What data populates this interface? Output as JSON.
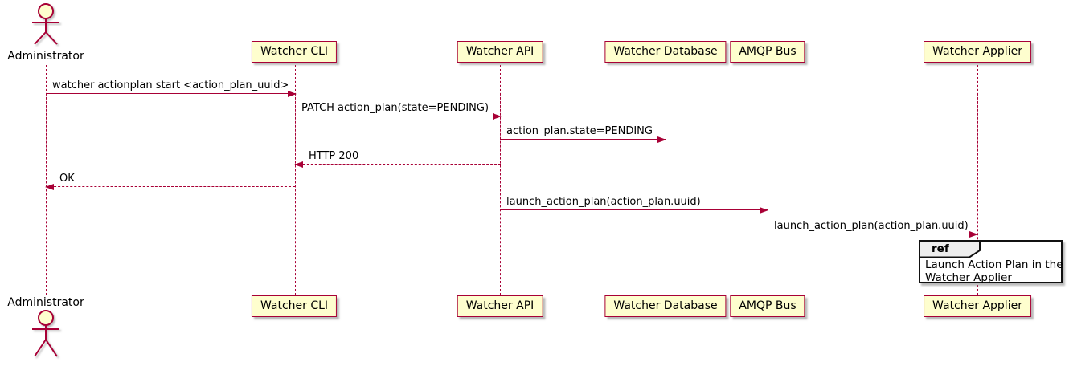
{
  "colors": {
    "accent": "#A80036",
    "participant_fill": "#FEFECE",
    "ref_header_fill": "#EEEEEE",
    "ref_border": "#111111",
    "background": "#FFFFFF",
    "text": "#000000"
  },
  "participants": [
    {
      "name": "Administrator",
      "type": "actor"
    },
    {
      "name": "Watcher CLI",
      "type": "participant"
    },
    {
      "name": "Watcher API",
      "type": "participant"
    },
    {
      "name": "Watcher Database",
      "type": "participant"
    },
    {
      "name": "AMQP Bus",
      "type": "participant"
    },
    {
      "name": "Watcher Applier",
      "type": "participant"
    }
  ],
  "messages": [
    {
      "from": "Administrator",
      "to": "Watcher CLI",
      "label": "watcher actionplan start <action_plan_uuid>",
      "line": "solid",
      "direction": "right"
    },
    {
      "from": "Watcher CLI",
      "to": "Watcher API",
      "label": "PATCH action_plan(state=PENDING)",
      "line": "solid",
      "direction": "right"
    },
    {
      "from": "Watcher API",
      "to": "Watcher Database",
      "label": "action_plan.state=PENDING",
      "line": "solid",
      "direction": "right"
    },
    {
      "from": "Watcher API",
      "to": "Watcher CLI",
      "label": "HTTP 200",
      "line": "dashed",
      "direction": "left"
    },
    {
      "from": "Watcher CLI",
      "to": "Administrator",
      "label": "OK",
      "line": "dashed",
      "direction": "left"
    },
    {
      "from": "Watcher API",
      "to": "AMQP Bus",
      "label": "launch_action_plan(action_plan.uuid)",
      "line": "solid",
      "direction": "right"
    },
    {
      "from": "AMQP Bus",
      "to": "Watcher Applier",
      "label": "launch_action_plan(action_plan.uuid)",
      "line": "solid",
      "direction": "right"
    }
  ],
  "ref_fragment": {
    "keyword": "ref",
    "line1": "Launch Action Plan in the",
    "line2": "Watcher Applier"
  }
}
